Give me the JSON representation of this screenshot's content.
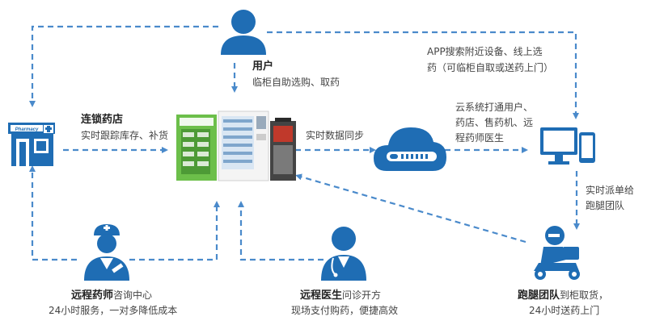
{
  "user": {
    "title": "用户",
    "desc": "临柜自助选购、取药"
  },
  "chain_pharmacy": {
    "title": "连锁药店",
    "desc": "实时跟踪库存、补货",
    "sign_text": "Pharmacy"
  },
  "sync": {
    "label": "实时数据同步"
  },
  "cloud": {
    "desc_line1": "云系统打通用户、",
    "desc_line2": "药店、售药机、远",
    "desc_line3": "程药师医生"
  },
  "app": {
    "line1": "APP搜索附近设备、线上选",
    "line2": "药（可临柜自取或送药上门）"
  },
  "dispatch": {
    "line1": "实时派单给",
    "line2": "跑腿团队"
  },
  "pharmacist": {
    "title": "远程药师",
    "title_suffix": "咨询中心",
    "desc": "24小时服务，一对多降低成本"
  },
  "doctor": {
    "title": "远程医生",
    "title_suffix": "问诊开方",
    "desc": "现场支付购药，便捷高效"
  },
  "runner": {
    "title": "跑腿团队",
    "title_suffix": "到柜取货，",
    "desc": "24小时送药上门"
  },
  "colors": {
    "icon_blue": "#1f6db4",
    "line_blue": "#4a8acb",
    "machine_green": "#6cbf4a"
  }
}
